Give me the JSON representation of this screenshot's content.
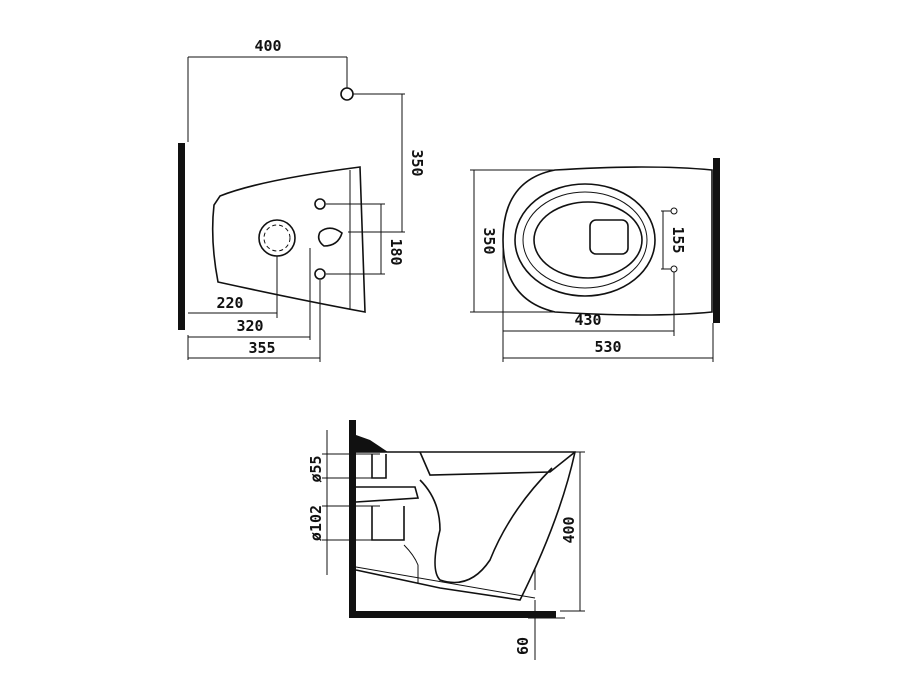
{
  "views": {
    "side_view": {
      "dim_wall_to_inlet": "400",
      "dim_inlet_height": "350",
      "dim_bolt_spacing": "180",
      "dim_outlet_center": "220",
      "dim_inlet_offset": "320",
      "dim_bolt_offset": "355"
    },
    "top_view": {
      "dim_depth": "350",
      "dim_bolt_spacing": "155",
      "dim_inner_length": "430",
      "dim_total_length": "530"
    },
    "section_view": {
      "dim_inlet_diameter": "ø55",
      "dim_outlet_diameter": "ø102",
      "dim_height": "400",
      "dim_floor_gap": "60"
    }
  },
  "colors": {
    "line": "#111111",
    "background": "#ffffff"
  }
}
